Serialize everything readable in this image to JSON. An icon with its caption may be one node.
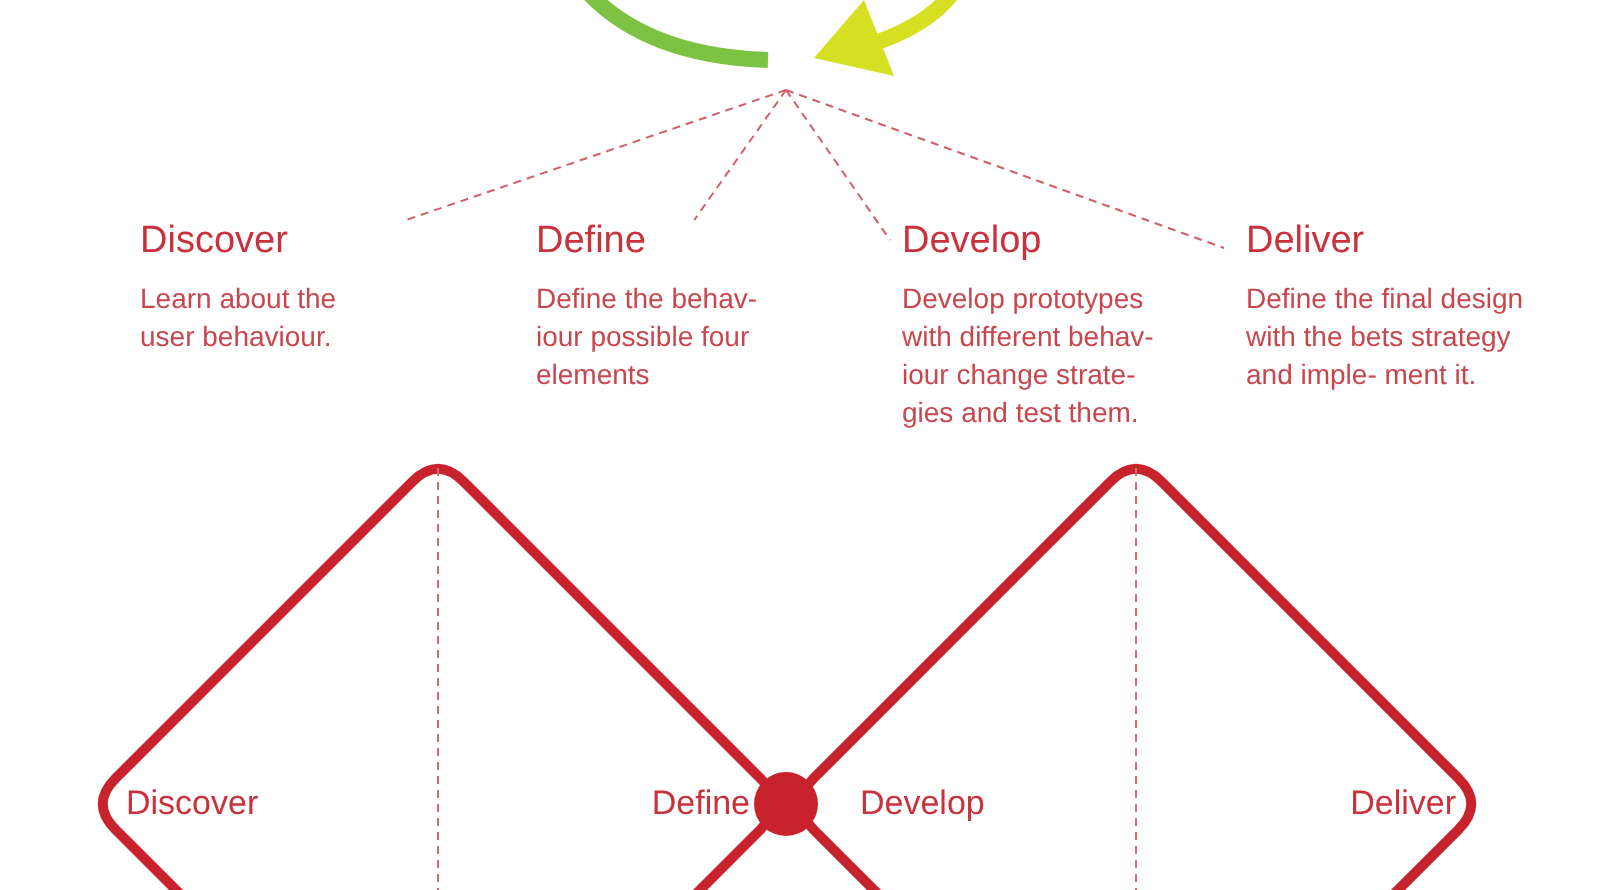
{
  "diagram": {
    "nodes": [
      {
        "text": [],
        "shape": "picture"
      },
      {
        "text": [
          "Discover",
          "Learn about the user behaviour."
        ]
      },
      {
        "text": [
          "Define",
          "Define the behav- iour possible four elements"
        ]
      },
      {
        "text": [
          "Develop",
          "Develop prototypes with different behav- iour change strate- gies and test them."
        ]
      },
      {
        "text": [
          "Deliver",
          "Define the final design with the bets strategy and imple- ment it."
        ]
      },
      {
        "text": [
          "Discover",
          "Define"
        ]
      },
      {
        "text": [
          "Develop",
          "Deliver"
        ]
      }
    ],
    "edges": [
      {
        "from": 0,
        "to": 1,
        "arrow": "none",
        "style": "dashed"
      },
      {
        "from": 0,
        "to": 2,
        "arrow": "none",
        "style": "dashed"
      },
      {
        "from": 0,
        "to": 3,
        "arrow": "none",
        "style": "dashed"
      },
      {
        "from": 0,
        "to": 4,
        "arrow": "none",
        "style": "dashed"
      }
    ]
  }
}
